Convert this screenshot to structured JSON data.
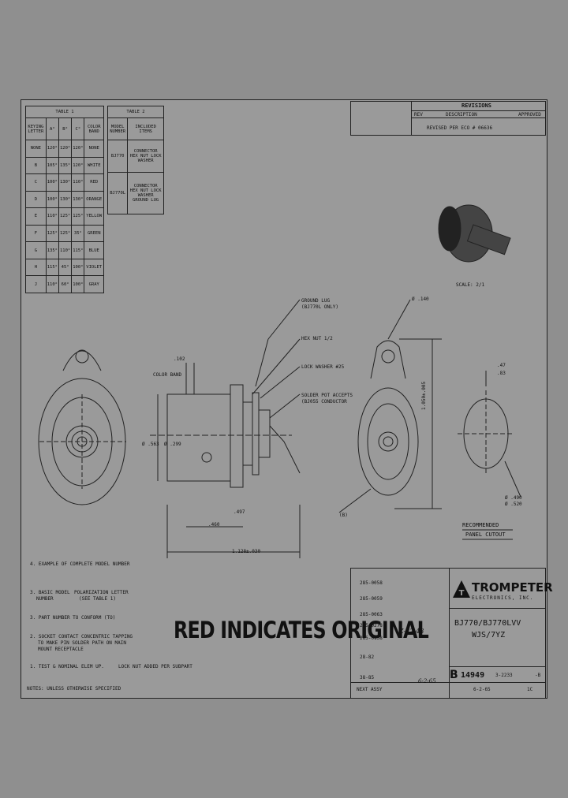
{
  "title_block": {
    "revisions_title": "REVISIONS",
    "company": "TROMPETER",
    "company_sub": "ELECTRONICS, INC.",
    "part": "BJ770/BJ770LVV",
    "part2": "WJS/7YZ",
    "size": "B",
    "code": "14949",
    "dwg": "3-2233",
    "rev": "-B",
    "date": "6-2-65",
    "sheet": "1C"
  },
  "stamp": "RED INDICATES ORIGINAL",
  "notes": {
    "n1": "4. EXAMPLE OF COMPLETE MODEL NUMBER",
    "n2": "3. BASIC MODEL",
    "n2b": "NUMBER",
    "n3": "POLARIZATION LETTER",
    "n3b": "(SEE TABLE 1)",
    "n4": "3. PART NUMBER TO CONFORM (TO)",
    "n5": "2. SOCKET CONTACT CONCENTRIC TAPPING",
    "n5b": "TO MAKE PIN SOLDER PATH ON MAIN",
    "n5c": "MOUNT RECEPTACLE",
    "n6": "1. TEST & NOMINAL ELEM UP.     LOCK NUT ADDED PER SUBPART",
    "notes_label": "NOTES: UNLESS OTHERWISE SPECIFIED"
  },
  "table1": {
    "title": "TABLE 1",
    "header": [
      "KEYING LETTER",
      "A°",
      "B°",
      "C°",
      "COLOR BAND"
    ],
    "rows": [
      [
        "NONE",
        "120°",
        "120°",
        "120°",
        "NONE"
      ],
      [
        "B",
        "105°",
        "135°",
        "120°",
        "WHITE"
      ],
      [
        "C",
        "100°",
        "130°",
        "110°",
        "RED"
      ],
      [
        "D",
        "100°",
        "130°",
        "130°",
        "ORANGE"
      ],
      [
        "E",
        "110°",
        "125°",
        "125°",
        "YELLOW"
      ],
      [
        "F",
        "125°",
        "125°",
        "35°",
        "GREEN"
      ],
      [
        "G",
        "135°",
        "110°",
        "115°",
        "BLUE"
      ],
      [
        "H",
        "115°",
        "45°",
        "100°",
        "VIOLET"
      ],
      [
        "J",
        "110°",
        "60°",
        "100°",
        "GRAY"
      ]
    ]
  },
  "table2": {
    "title": "TABLE 2",
    "header": [
      "MODEL NUMBER",
      "INCLUDED ITEMS"
    ],
    "rows": [
      [
        "BJ770",
        "CONNECTOR HEX NUT LOCK WASHER"
      ],
      [
        "BJ770L",
        "CONNECTOR HEX NUT LOCK WASHER GROUND LUG"
      ]
    ]
  },
  "labels": {
    "scale": "SCALE: 2/1",
    "ground_lug": "GROUND LUG",
    "ground_lug2": "(BJ770L ONLY)",
    "hex_nut": "HEX NUT 1/2",
    "lock_washer": "LOCK WASHER #25",
    "solder_pot": "SOLDER POT ACCEPTS",
    "solder_pot2": "(BJ055 CONDUCTOR",
    "color_band": "COLOR BAND",
    "dim_top": ".102",
    "dim_height": "Ø .563",
    "dim_height2": "Ø .299",
    "dim_width1": ".460",
    "dim_width2": ".497",
    "dim_total": "1.128±.030",
    "hole": "Ø .140",
    "height_r": "1.050±.005",
    "panel_top": ".47",
    "panel_top2": ".83",
    "panel_dia": "Ø .490",
    "panel_dia2": "Ø .520",
    "b_label": "(B)",
    "recommended": "RECOMMENDED",
    "panel_cutout": "PANEL CUTOUT",
    "rev_desc": "REVISED PER ECO # 06636",
    "rev_desc_hdr": "DESCRIPTION",
    "rev_hdr": "REV",
    "approved": "APPROVED"
  },
  "sig": {
    "s1": "Z-22-48",
    "s2": "6-2-65"
  },
  "revs_list": [
    "285-0058",
    "285-0059",
    "285-0063",
    "285-0278",
    "285-0138",
    "28-82",
    "38-85"
  ],
  "next_assy": "NEXT ASSY"
}
